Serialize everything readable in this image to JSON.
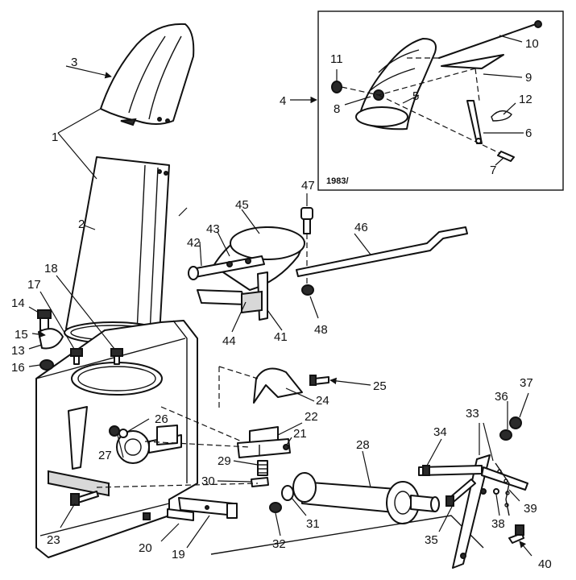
{
  "figure_number": "1983/",
  "callouts": [
    "1",
    "2",
    "3",
    "4",
    "5",
    "6",
    "7",
    "8",
    "9",
    "10",
    "11",
    "12",
    "13",
    "14",
    "15",
    "16",
    "17",
    "18",
    "19",
    "20",
    "21",
    "22",
    "23",
    "24",
    "25",
    "26",
    "27",
    "28",
    "29",
    "30",
    "31",
    "32",
    "33",
    "34",
    "35",
    "36",
    "37",
    "38",
    "39",
    "40",
    "41",
    "42",
    "43",
    "44",
    "45",
    "46",
    "47",
    "48"
  ]
}
